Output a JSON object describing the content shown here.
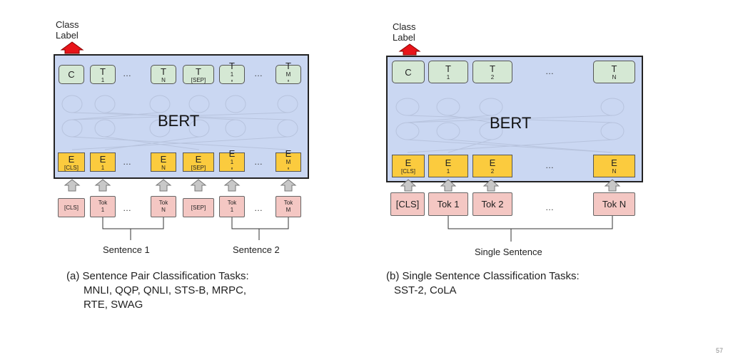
{
  "left": {
    "class_label": "Class\nLabel",
    "bert": "BERT",
    "outputs": [
      "C",
      "T1",
      "…",
      "TN",
      "T[SEP]",
      "T1'",
      "…",
      "TM'"
    ],
    "embeddings": [
      "E[CLS]",
      "E1",
      "…",
      "EN",
      "E[SEP]",
      "E1'",
      "…",
      "EM'"
    ],
    "tokens": [
      "[CLS]",
      "Tok 1",
      "…",
      "Tok N",
      "[SEP]",
      "Tok 1",
      "…",
      "Tok M"
    ],
    "sentence1": "Sentence 1",
    "sentence2": "Sentence 2",
    "caption_l1": "(a) Sentence Pair Classification Tasks:",
    "caption_l2": "MNLI, QQP, QNLI, STS-B, MRPC,",
    "caption_l3": "RTE, SWAG"
  },
  "right": {
    "class_label": "Class\nLabel",
    "bert": "BERT",
    "outputs": [
      "C",
      "T1",
      "T2",
      "…",
      "TN"
    ],
    "embeddings": [
      "E[CLS]",
      "E1",
      "E2",
      "…",
      "EN"
    ],
    "tokens": [
      "[CLS]",
      "Tok 1",
      "Tok 2",
      "…",
      "Tok N"
    ],
    "single_sentence": "Single Sentence",
    "caption_l1": "(b) Single Sentence Classification Tasks:",
    "caption_l2": "SST-2, CoLA"
  },
  "page_number": "57",
  "colors": {
    "bert_box": "#cad7f2",
    "output_box": "#d5e8d4",
    "embedding_box": "#fbcb3e",
    "token_box": "#f4c7c3",
    "class_arrow": "#e8141a",
    "input_arrow": "#bfbfbf"
  }
}
